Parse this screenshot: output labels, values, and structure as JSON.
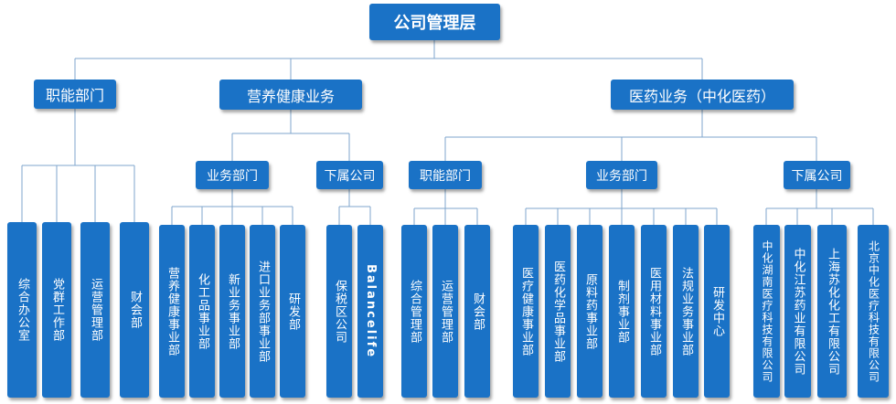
{
  "root": "公司管理层",
  "level1": {
    "functional": "职能部门",
    "health": "营养健康业务",
    "pharma": "医药业务（中化医药）"
  },
  "health": {
    "business": "业务部门",
    "subsidiary": "下属公司",
    "business_units": [
      "营养健康事业部",
      "化工品事业部",
      "新业务事业部",
      "进口业务部事业部",
      "研发部"
    ],
    "subsidiaries": [
      "保税区公司",
      "Balancelife"
    ]
  },
  "functional_units": [
    "综合办公室",
    "党群工作部",
    "运营管理部",
    "财会部"
  ],
  "pharma": {
    "functional": "职能部门",
    "business": "业务部门",
    "subsidiary": "下属公司",
    "functional_units": [
      "综合管理部",
      "运营管理部",
      "财会部"
    ],
    "business_units": [
      "医疗健康事业部",
      "医药化学品事业部",
      "原料药事业部",
      "制剂事业部",
      "医用材料事业部",
      "法规业务事业部",
      "研发中心"
    ],
    "subsidiaries": [
      "中化湖南医疗科技有限公司",
      "中化江苏药业有限公司",
      "上海苏化化工有限公司",
      "北京中化医疗科技有限公司"
    ]
  }
}
